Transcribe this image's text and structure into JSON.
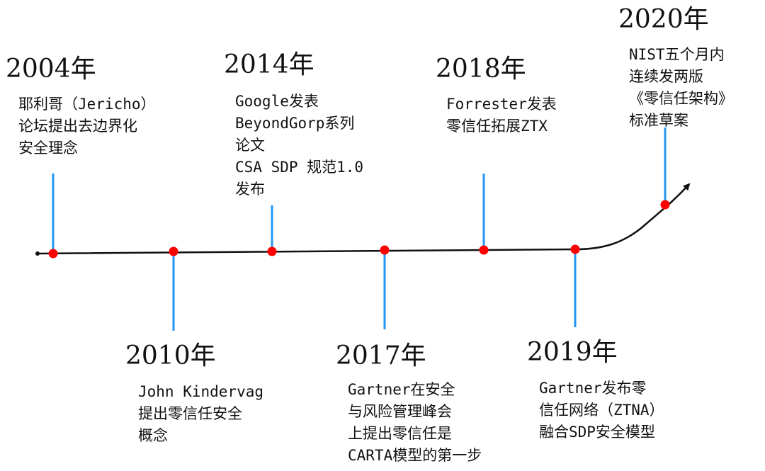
{
  "milestones": [
    {
      "year": "2004年",
      "lines": [
        "耶利哥（Jericho）",
        "论坛提出去边界化",
        "安全理念"
      ]
    },
    {
      "year": "2010年",
      "lines": [
        "John Kindervag",
        "提出零信任安全",
        "概念"
      ]
    },
    {
      "year": "2014年",
      "lines": [
        "Google发表",
        "BeyondGorp系列",
        "论文",
        "CSA SDP 规范1.0",
        "发布"
      ]
    },
    {
      "year": "2017年",
      "lines": [
        "Gartner在安全",
        "与风险管理峰会",
        "上提出零信任是",
        "CARTA模型的第一步"
      ]
    },
    {
      "year": "2018年",
      "lines": [
        "Forrester发表",
        "零信任拓展ZTX"
      ]
    },
    {
      "year": "2019年",
      "lines": [
        "Gartner发布零",
        "信任网络（ZTNA）",
        "融合SDP安全模型"
      ]
    },
    {
      "year": "2020年",
      "lines": [
        "NIST五个月内",
        "连续发两版",
        "《零信任架构》",
        "标准草案"
      ]
    }
  ],
  "colors": {
    "axis": "#111111",
    "connector": "#2196f3",
    "dot": "#ff0000"
  }
}
